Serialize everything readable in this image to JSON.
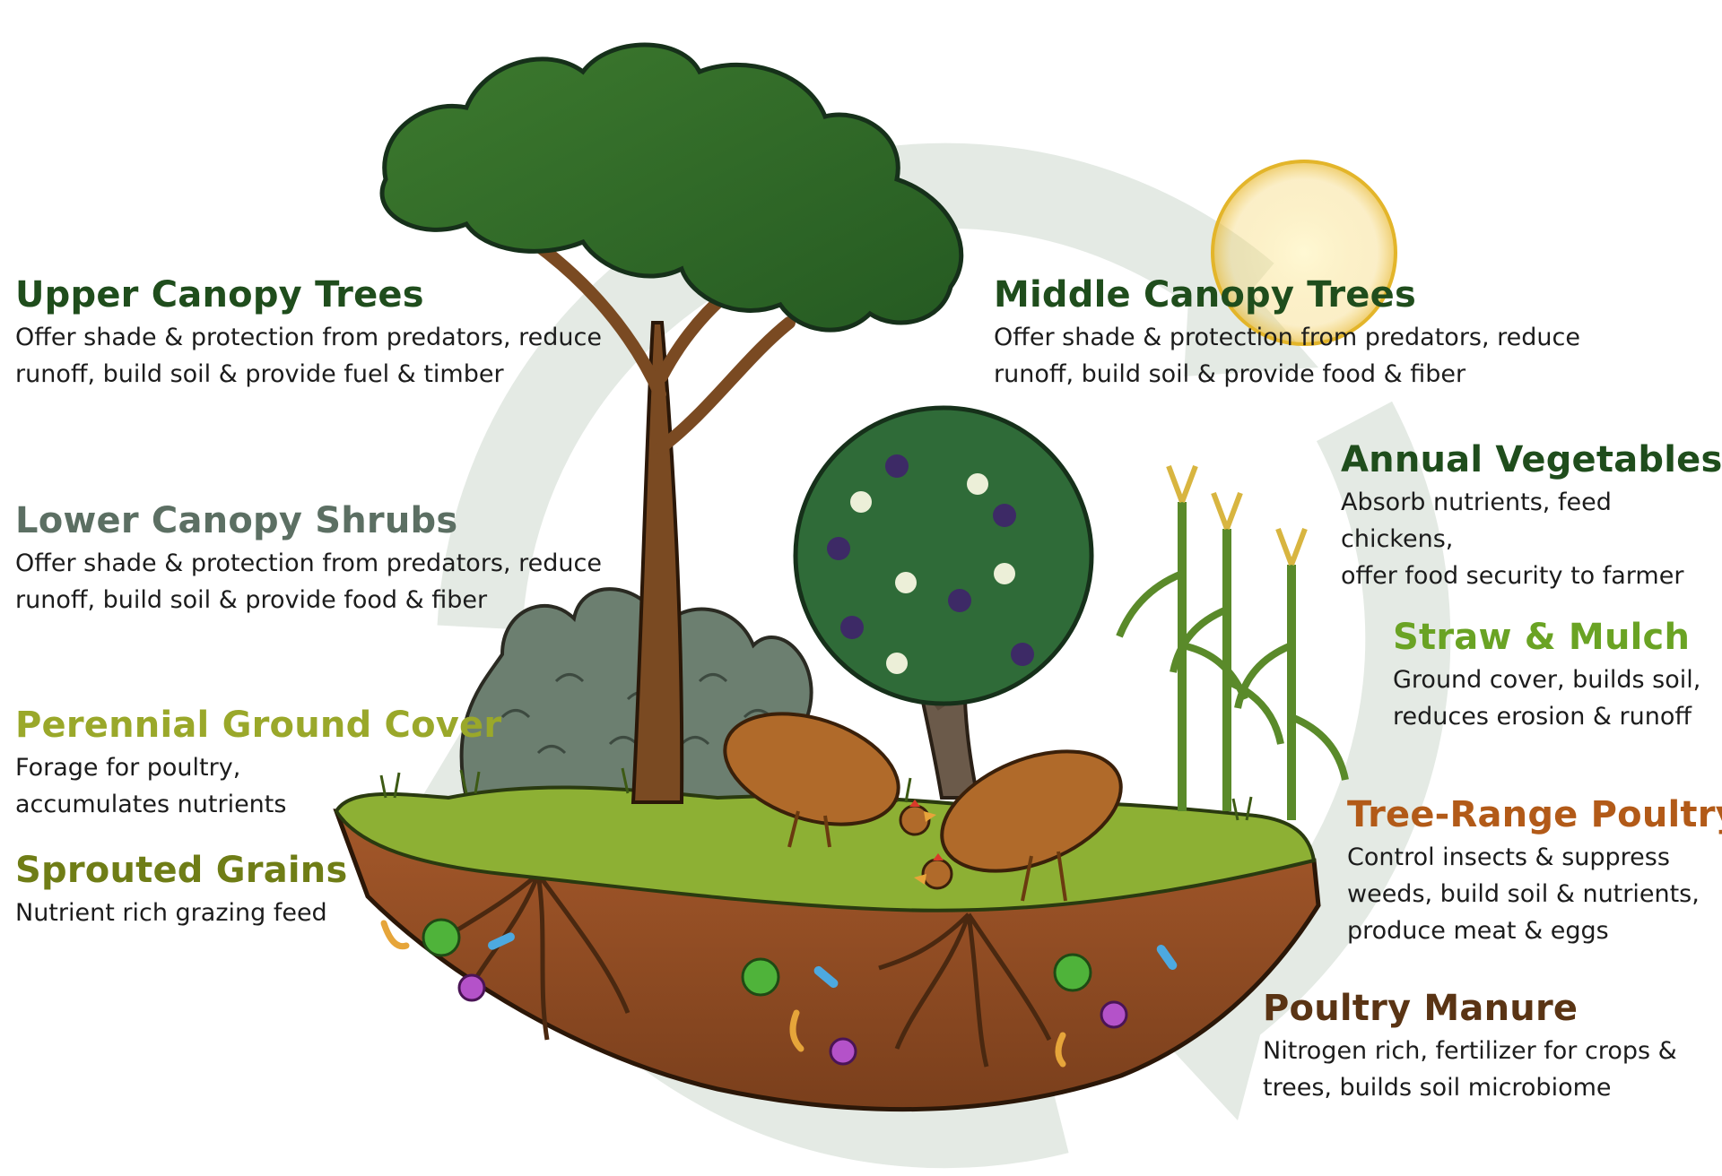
{
  "colors": {
    "dark_green": "#1f4d1c",
    "gray_green": "#5c6f63",
    "lime_green": "#9aa82a",
    "olive_green": "#6f7d16",
    "bright_green": "#6aa324",
    "rust": "#b25a18",
    "brown": "#5a3414",
    "cycle_arrow": "#e6ebe6"
  },
  "labels": {
    "upper_canopy": {
      "title": "Upper Canopy Trees",
      "text": "Offer shade & protection from predators, reduce\nrunoff, build soil & provide fuel & timber"
    },
    "middle_canopy": {
      "title": "Middle Canopy Trees",
      "text": "Offer shade & protection from predators, reduce\nrunoff, build soil & provide food & fiber"
    },
    "annual_vegetables": {
      "title": "Annual Vegetables",
      "text": "Absorb nutrients, feed chickens,\noffer food security to farmer"
    },
    "lower_canopy": {
      "title": "Lower Canopy Shrubs",
      "text": "Offer shade & protection from predators, reduce\nrunoff, build soil & provide food & fiber"
    },
    "straw_mulch": {
      "title": "Straw & Mulch",
      "text": "Ground cover, builds soil,\nreduces erosion & runoff"
    },
    "perennial_ground_cover": {
      "title": "Perennial Ground Cover",
      "text": "Forage for poultry,\naccumulates nutrients"
    },
    "tree_range_poultry": {
      "title": "Tree-Range Poultry",
      "text": "Control insects & suppress\nweeds, build soil & nutrients,\nproduce meat & eggs"
    },
    "sprouted_grains": {
      "title": "Sprouted Grains",
      "text": "Nutrient rich grazing feed"
    },
    "poultry_manure": {
      "title": "Poultry Manure",
      "text": "Nitrogen rich, fertilizer for crops &\ntrees, builds soil microbiome"
    }
  }
}
